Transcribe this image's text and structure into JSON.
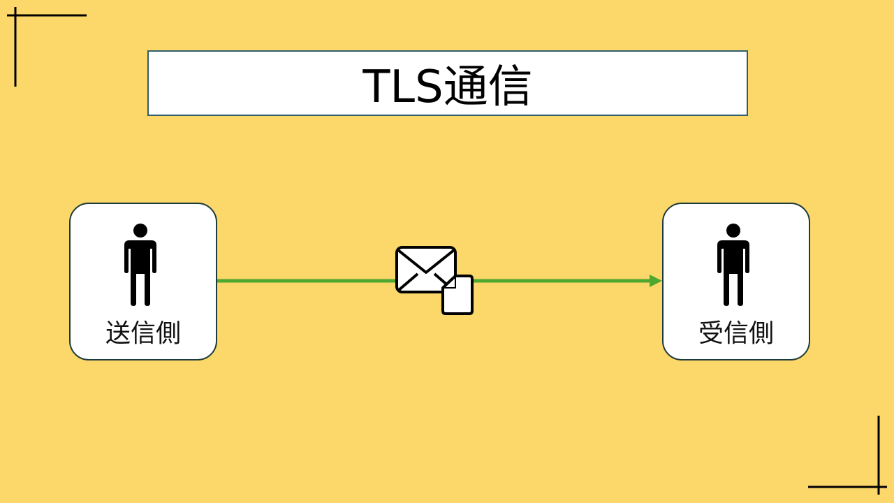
{
  "title": "TLS通信",
  "sender": {
    "label": "送信側"
  },
  "receiver": {
    "label": "受信側"
  },
  "colors": {
    "background": "#fcd76a",
    "arrow": "#4ea72e"
  }
}
